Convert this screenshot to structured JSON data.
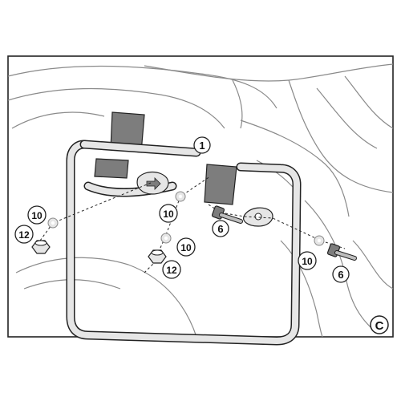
{
  "diagram": {
    "panel_letter": "C",
    "callouts": [
      "1",
      "6",
      "6",
      "10",
      "10",
      "10",
      "10",
      "12",
      "12"
    ]
  },
  "colors": {
    "line": "#2b2b2b",
    "light_line": "#8a8a8a",
    "part_fill": "#e6e6e6",
    "dark_part": "#7d7d7d",
    "callout_fill": "#ffffff",
    "background": "#ffffff"
  }
}
